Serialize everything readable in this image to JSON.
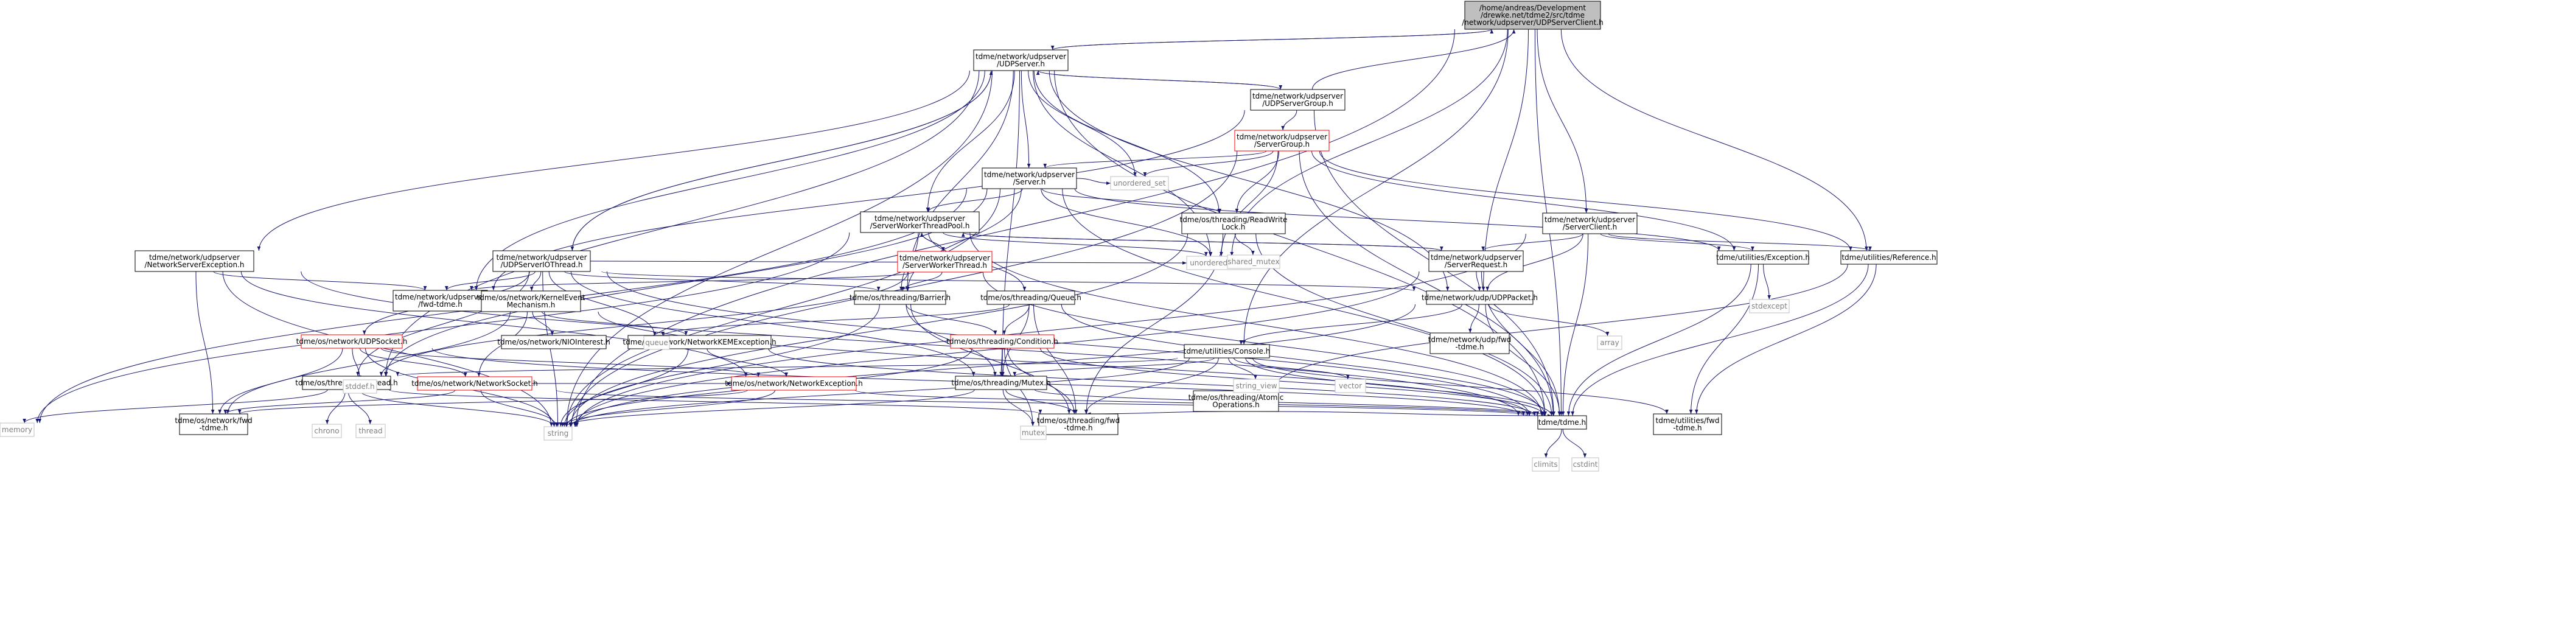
{
  "colors": {
    "normal_fill": "#ffffff",
    "root_fill": "#bfbfbf",
    "border": "#000000",
    "red_border": "#ff0000",
    "ext_border": "#bfbfbf",
    "ext_text": "#808080",
    "edge": "#191970"
  },
  "nodes": [
    {
      "id": "root",
      "lines": [
        "/home/andreas/Development",
        "/drewke.net/tdme2/src/tdme",
        "/network/udpserver/UDPServerClient.h"
      ],
      "kind": "root",
      "link": false
    },
    {
      "id": "udpserver",
      "lines": [
        "tdme/network/udpserver",
        "/UDPServer.h"
      ],
      "kind": "normal",
      "link": true
    },
    {
      "id": "udpservergroup",
      "lines": [
        "tdme/network/udpserver",
        "/UDPServerGroup.h"
      ],
      "kind": "normal",
      "link": true
    },
    {
      "id": "servergroup",
      "lines": [
        "tdme/network/udpserver",
        "/ServerGroup.h"
      ],
      "kind": "red",
      "link": true
    },
    {
      "id": "server",
      "lines": [
        "tdme/network/udpserver",
        "/Server.h"
      ],
      "kind": "normal",
      "link": true
    },
    {
      "id": "serverworkerthreadpool",
      "lines": [
        "tdme/network/udpserver",
        "/ServerWorkerThreadPool.h"
      ],
      "kind": "normal",
      "link": true
    },
    {
      "id": "serverworkerthread",
      "lines": [
        "tdme/network/udpserver",
        "/ServerWorkerThread.h"
      ],
      "kind": "red",
      "link": true
    },
    {
      "id": "readwritelock",
      "lines": [
        "tdme/os/threading/ReadWrite",
        "Lock.h"
      ],
      "kind": "normal",
      "link": true
    },
    {
      "id": "serverclient",
      "lines": [
        "tdme/network/udpserver",
        "/ServerClient.h"
      ],
      "kind": "normal",
      "link": true
    },
    {
      "id": "serverrequest",
      "lines": [
        "tdme/network/udpserver",
        "/ServerRequest.h"
      ],
      "kind": "normal",
      "link": true
    },
    {
      "id": "exception",
      "lines": [
        "tdme/utilities/Exception.h"
      ],
      "kind": "normal",
      "link": true
    },
    {
      "id": "reference",
      "lines": [
        "tdme/utilities/Reference.h"
      ],
      "kind": "normal",
      "link": true
    },
    {
      "id": "networkserverexception",
      "lines": [
        "tdme/network/udpserver",
        "/NetworkServerException.h"
      ],
      "kind": "normal",
      "link": true
    },
    {
      "id": "iothread",
      "lines": [
        "tdme/network/udpserver",
        "/UDPServerIOThread.h"
      ],
      "kind": "normal",
      "link": true
    },
    {
      "id": "udpserverfwd",
      "lines": [
        "tdme/network/udpserver",
        "/fwd-tdme.h"
      ],
      "kind": "normal",
      "link": true
    },
    {
      "id": "kernelevent",
      "lines": [
        "tdme/os/network/KernelEvent",
        "Mechanism.h"
      ],
      "kind": "normal",
      "link": true
    },
    {
      "id": "udpsocket",
      "lines": [
        "tdme/os/network/UDPSocket.h"
      ],
      "kind": "red",
      "link": true
    },
    {
      "id": "niointerest",
      "lines": [
        "tdme/os/network/NIOInterest.h"
      ],
      "kind": "normal",
      "link": true
    },
    {
      "id": "nkeexception",
      "lines": [
        "tdme/os/network/NetworkKEMException.h"
      ],
      "kind": "normal",
      "link": true
    },
    {
      "id": "networksocket",
      "lines": [
        "tdme/os/network/NetworkSocket.h"
      ],
      "kind": "red",
      "link": true
    },
    {
      "id": "networkexception",
      "lines": [
        "tdme/os/network/NetworkException.h"
      ],
      "kind": "red",
      "link": true
    },
    {
      "id": "barrier",
      "lines": [
        "tdme/os/threading/Barrier.h"
      ],
      "kind": "normal",
      "link": true
    },
    {
      "id": "queue_h",
      "lines": [
        "tdme/os/threading/Queue.h"
      ],
      "kind": "normal",
      "link": true
    },
    {
      "id": "condition",
      "lines": [
        "tdme/os/threading/Condition.h"
      ],
      "kind": "red",
      "link": true
    },
    {
      "id": "mutex_h",
      "lines": [
        "tdme/os/threading/Mutex.h"
      ],
      "kind": "normal",
      "link": true
    },
    {
      "id": "thread_h",
      "lines": [
        "tdme/os/threading/Thread.h"
      ],
      "kind": "normal",
      "link": true
    },
    {
      "id": "console",
      "lines": [
        "tdme/utilities/Console.h"
      ],
      "kind": "normal",
      "link": true
    },
    {
      "id": "atomic",
      "lines": [
        "tdme/os/threading/Atomic",
        "Operations.h"
      ],
      "kind": "normal",
      "link": true
    },
    {
      "id": "udppacket",
      "lines": [
        "tdme/network/udp/UDPPacket.h"
      ],
      "kind": "normal",
      "link": true
    },
    {
      "id": "udpfwd",
      "lines": [
        "tdme/network/udp/fwd",
        "-tdme.h"
      ],
      "kind": "normal",
      "link": true
    },
    {
      "id": "networkfwd",
      "lines": [
        "tdme/os/network/fwd",
        "-tdme.h"
      ],
      "kind": "normal",
      "link": true
    },
    {
      "id": "threadingfwd",
      "lines": [
        "tdme/os/threading/fwd",
        "-tdme.h"
      ],
      "kind": "normal",
      "link": true
    },
    {
      "id": "tdme_h",
      "lines": [
        "tdme/tdme.h"
      ],
      "kind": "normal",
      "link": true
    },
    {
      "id": "utilitiesfwd",
      "lines": [
        "tdme/utilities/fwd",
        "-tdme.h"
      ],
      "kind": "normal",
      "link": true
    },
    {
      "id": "unordered_set",
      "lines": [
        "unordered_set"
      ],
      "kind": "ext",
      "link": false
    },
    {
      "id": "unordered_map",
      "lines": [
        "unordered_map"
      ],
      "kind": "ext",
      "link": false
    },
    {
      "id": "shared_mutex",
      "lines": [
        "shared_mutex"
      ],
      "kind": "ext",
      "link": false
    },
    {
      "id": "stdexcept",
      "lines": [
        "stdexcept"
      ],
      "kind": "ext",
      "link": false
    },
    {
      "id": "array",
      "lines": [
        "array"
      ],
      "kind": "ext",
      "link": false
    },
    {
      "id": "queue_std",
      "lines": [
        "queue"
      ],
      "kind": "ext",
      "link": false
    },
    {
      "id": "vector",
      "lines": [
        "vector"
      ],
      "kind": "ext",
      "link": false
    },
    {
      "id": "string_view",
      "lines": [
        "string_view"
      ],
      "kind": "ext",
      "link": false
    },
    {
      "id": "stddef",
      "lines": [
        "stddef.h"
      ],
      "kind": "ext",
      "link": false
    },
    {
      "id": "memory",
      "lines": [
        "memory"
      ],
      "kind": "ext",
      "link": false
    },
    {
      "id": "string",
      "lines": [
        "string"
      ],
      "kind": "ext",
      "link": false
    },
    {
      "id": "chrono",
      "lines": [
        "chrono"
      ],
      "kind": "ext",
      "link": false
    },
    {
      "id": "thread_std",
      "lines": [
        "thread"
      ],
      "kind": "ext",
      "link": false
    },
    {
      "id": "mutex_std",
      "lines": [
        "mutex"
      ],
      "kind": "ext",
      "link": false
    },
    {
      "id": "climits",
      "lines": [
        "climits"
      ],
      "kind": "ext",
      "link": false
    },
    {
      "id": "cstdint",
      "lines": [
        "cstdint"
      ],
      "kind": "ext",
      "link": false
    }
  ],
  "edges": [
    [
      "root",
      "udpserver"
    ],
    [
      "root",
      "serverclient"
    ],
    [
      "root",
      "reference"
    ],
    [
      "root",
      "console"
    ],
    [
      "root",
      "tdme_h"
    ],
    [
      "root",
      "string"
    ],
    [
      "root",
      "unordered_map"
    ],
    [
      "root",
      "udppacket"
    ],
    [
      "udpserver",
      "root"
    ],
    [
      "udpserver",
      "udpservergroup"
    ],
    [
      "udpserver",
      "server"
    ],
    [
      "udpserver",
      "serverworkerthreadpool"
    ],
    [
      "udpserver",
      "readwritelock"
    ],
    [
      "udpserver",
      "iothread"
    ],
    [
      "udpserver",
      "networkserverexception"
    ],
    [
      "udpserver",
      "udpserverfwd"
    ],
    [
      "udpserver",
      "barrier"
    ],
    [
      "udpserver",
      "thread_h"
    ],
    [
      "udpserver",
      "mutex_h"
    ],
    [
      "udpserver",
      "udppacket"
    ],
    [
      "udpserver",
      "tdme_h"
    ],
    [
      "udpserver",
      "unordered_set"
    ],
    [
      "udpserver",
      "unordered_map"
    ],
    [
      "udpserver",
      "string"
    ],
    [
      "udpservergroup",
      "root"
    ],
    [
      "udpservergroup",
      "udpserver"
    ],
    [
      "udpservergroup",
      "servergroup"
    ],
    [
      "udpservergroup",
      "udpserverfwd"
    ],
    [
      "udpservergroup",
      "tdme_h"
    ],
    [
      "servergroup",
      "server"
    ],
    [
      "servergroup",
      "readwritelock"
    ],
    [
      "servergroup",
      "exception"
    ],
    [
      "servergroup",
      "reference"
    ],
    [
      "servergroup",
      "tdme_h"
    ],
    [
      "servergroup",
      "unordered_set"
    ],
    [
      "servergroup",
      "unordered_map"
    ],
    [
      "servergroup",
      "string"
    ],
    [
      "server",
      "serverworkerthreadpool"
    ],
    [
      "server",
      "readwritelock"
    ],
    [
      "server",
      "barrier"
    ],
    [
      "server",
      "thread_h"
    ],
    [
      "server",
      "exception"
    ],
    [
      "server",
      "tdme_h"
    ],
    [
      "server",
      "unordered_set"
    ],
    [
      "server",
      "unordered_map"
    ],
    [
      "server",
      "string"
    ],
    [
      "server",
      "memory"
    ],
    [
      "serverworkerthreadpool",
      "serverworkerthread"
    ],
    [
      "serverworkerthreadpool",
      "serverrequest"
    ],
    [
      "serverworkerthreadpool",
      "queue_h"
    ],
    [
      "serverworkerthreadpool",
      "barrier"
    ],
    [
      "serverworkerthreadpool",
      "tdme_h"
    ],
    [
      "serverworkerthreadpool",
      "unordered_map"
    ],
    [
      "serverworkerthreadpool",
      "memory"
    ],
    [
      "serverworkerthread",
      "serverworkerthreadpool"
    ],
    [
      "serverworkerthread",
      "barrier"
    ],
    [
      "serverworkerthread",
      "udpserverfwd"
    ],
    [
      "serverworkerthread",
      "thread_h"
    ],
    [
      "serverworkerthread",
      "tdme_h"
    ],
    [
      "readwritelock",
      "shared_mutex"
    ],
    [
      "readwritelock",
      "threadingfwd"
    ],
    [
      "readwritelock",
      "tdme_h"
    ],
    [
      "readwritelock",
      "string"
    ],
    [
      "serverclient",
      "serverrequest"
    ],
    [
      "serverclient",
      "exception"
    ],
    [
      "serverclient",
      "reference"
    ],
    [
      "serverclient",
      "udppacket"
    ],
    [
      "serverclient",
      "tdme_h"
    ],
    [
      "serverclient",
      "string"
    ],
    [
      "serverrequest",
      "serverworkerthreadpool"
    ],
    [
      "serverrequest",
      "udppacket"
    ],
    [
      "serverrequest",
      "tdme_h"
    ],
    [
      "serverrequest",
      "string"
    ],
    [
      "exception",
      "stdexcept"
    ],
    [
      "exception",
      "utilitiesfwd"
    ],
    [
      "exception",
      "tdme_h"
    ],
    [
      "reference",
      "atomic"
    ],
    [
      "reference",
      "utilitiesfwd"
    ],
    [
      "reference",
      "tdme_h"
    ],
    [
      "networkserverexception",
      "udpserverfwd"
    ],
    [
      "networkserverexception",
      "networkexception"
    ],
    [
      "networkserverexception",
      "networkfwd"
    ],
    [
      "networkserverexception",
      "string"
    ],
    [
      "networkserverexception",
      "tdme_h"
    ],
    [
      "iothread",
      "udpserver"
    ],
    [
      "iothread",
      "kernelevent"
    ],
    [
      "iothread",
      "udpsocket"
    ],
    [
      "iothread",
      "udpserverfwd"
    ],
    [
      "iothread",
      "udppacket"
    ],
    [
      "iothread",
      "barrier"
    ],
    [
      "iothread",
      "thread_h"
    ],
    [
      "iothread",
      "mutex_h"
    ],
    [
      "iothread",
      "queue_std"
    ],
    [
      "iothread",
      "unordered_map"
    ],
    [
      "iothread",
      "string"
    ],
    [
      "iothread",
      "tdme_h"
    ],
    [
      "kernelevent",
      "niointerest"
    ],
    [
      "kernelevent",
      "nkeexception"
    ],
    [
      "kernelevent",
      "networksocket"
    ],
    [
      "kernelevent",
      "networkfwd"
    ],
    [
      "kernelevent",
      "tdme_h"
    ],
    [
      "udpsocket",
      "networksocket"
    ],
    [
      "udpsocket",
      "networkexception"
    ],
    [
      "udpsocket",
      "stddef"
    ],
    [
      "udpsocket",
      "string"
    ],
    [
      "udpsocket",
      "networkfwd"
    ],
    [
      "udpsocket",
      "tdme_h"
    ],
    [
      "nkeexception",
      "networkexception"
    ],
    [
      "nkeexception",
      "string"
    ],
    [
      "nkeexception",
      "tdme_h"
    ],
    [
      "networksocket",
      "networkexception"
    ],
    [
      "networksocket",
      "string"
    ],
    [
      "networksocket",
      "networkfwd"
    ],
    [
      "networksocket",
      "tdme_h"
    ],
    [
      "networkexception",
      "networkfwd"
    ],
    [
      "networkexception",
      "string"
    ],
    [
      "networkexception",
      "tdme_h"
    ],
    [
      "barrier",
      "condition"
    ],
    [
      "barrier",
      "mutex_h"
    ],
    [
      "barrier",
      "threadingfwd"
    ],
    [
      "barrier",
      "string"
    ],
    [
      "queue_h",
      "condition"
    ],
    [
      "queue_h",
      "mutex_h"
    ],
    [
      "queue_h",
      "threadingfwd"
    ],
    [
      "queue_h",
      "queue_std"
    ],
    [
      "queue_h",
      "tdme_h"
    ],
    [
      "condition",
      "mutex_h"
    ],
    [
      "condition",
      "threadingfwd"
    ],
    [
      "condition",
      "string"
    ],
    [
      "condition",
      "mutex_std"
    ],
    [
      "condition",
      "tdme_h"
    ],
    [
      "mutex_h",
      "threadingfwd"
    ],
    [
      "mutex_h",
      "mutex_std"
    ],
    [
      "mutex_h",
      "string"
    ],
    [
      "mutex_h",
      "tdme_h"
    ],
    [
      "thread_h",
      "threadingfwd"
    ],
    [
      "thread_h",
      "chrono"
    ],
    [
      "thread_h",
      "thread_std"
    ],
    [
      "thread_h",
      "string"
    ],
    [
      "thread_h",
      "memory"
    ],
    [
      "console",
      "mutex_h"
    ],
    [
      "console",
      "threadingfwd"
    ],
    [
      "console",
      "utilitiesfwd"
    ],
    [
      "console",
      "string"
    ],
    [
      "console",
      "string_view"
    ],
    [
      "console",
      "vector"
    ],
    [
      "console",
      "tdme_h"
    ],
    [
      "console",
      "thread_h"
    ],
    [
      "atomic",
      "threadingfwd"
    ],
    [
      "atomic",
      "tdme_h"
    ],
    [
      "udppacket",
      "udpfwd"
    ],
    [
      "udppacket",
      "array"
    ],
    [
      "udppacket",
      "string"
    ],
    [
      "udppacket",
      "tdme_h"
    ],
    [
      "udppacket",
      "console"
    ],
    [
      "tdme_h",
      "climits"
    ],
    [
      "tdme_h",
      "cstdint"
    ]
  ]
}
